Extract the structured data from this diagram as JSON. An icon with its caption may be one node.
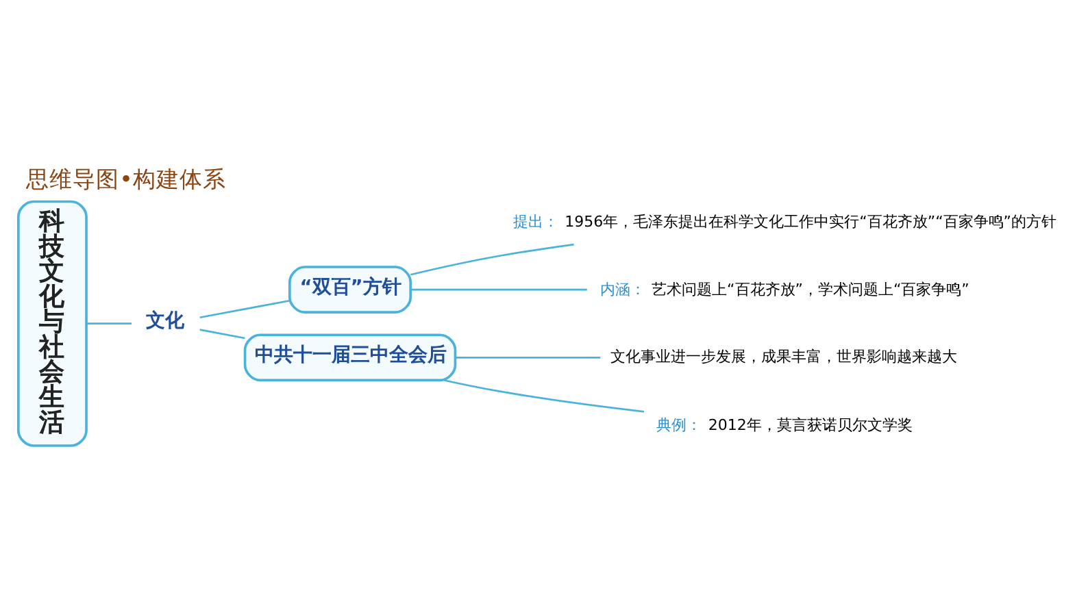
{
  "diagram": {
    "title": "思维导图•构建体系",
    "nodes": [
      {
        "text": [
          "科技文化与社会生活"
        ]
      },
      {
        "text": [
          "文化"
        ]
      },
      {
        "text": [
          "“双百”方针"
        ]
      },
      {
        "text": [
          "中共十一届三中全会后"
        ]
      },
      {
        "text": [
          "提出：",
          "1956年，毛泽东提出在科学文化工作中实行“百花齐放”“百家争鸣”的方针"
        ]
      },
      {
        "text": [
          "内涵：",
          "艺术问题上“百花齐放”，学术问题上“百家争鸣”"
        ]
      },
      {
        "text": [
          "文化事业进一步发展，成果丰富，世界影响越来越大"
        ]
      },
      {
        "text": [
          "典例：",
          "2012年，莫言获诺贝尔文学奖"
        ]
      }
    ],
    "edges": [
      {
        "from": 0,
        "to": 1,
        "arrow": "none"
      },
      {
        "from": 1,
        "to": 2,
        "arrow": "none"
      },
      {
        "from": 1,
        "to": 3,
        "arrow": "none"
      },
      {
        "from": 2,
        "to": 4,
        "arrow": "none"
      },
      {
        "from": 2,
        "to": 5,
        "arrow": "none"
      },
      {
        "from": 3,
        "to": 6,
        "arrow": "none"
      },
      {
        "from": 3,
        "to": 7,
        "arrow": "none"
      }
    ]
  }
}
